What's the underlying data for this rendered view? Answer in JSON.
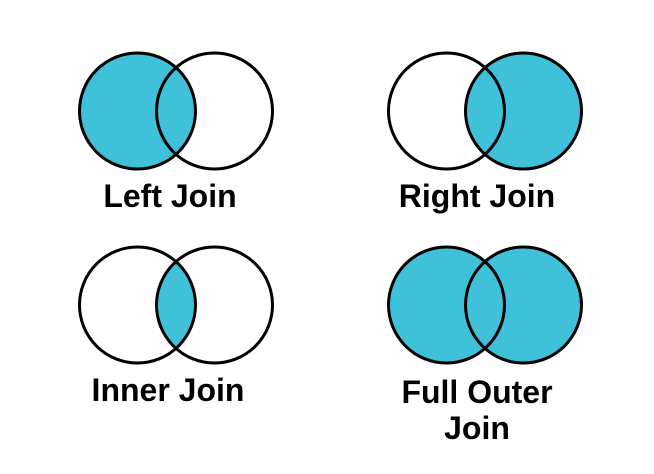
{
  "colors": {
    "accent": "#3EC1D9",
    "outline": "#000000",
    "label": "#000000",
    "background": "#FFFFFF"
  },
  "diagram": {
    "type": "venn-join-diagrams",
    "panels": [
      {
        "id": "left-join",
        "label": "Left Join",
        "filled_region": "left-circle"
      },
      {
        "id": "right-join",
        "label": "Right Join",
        "filled_region": "right-circle"
      },
      {
        "id": "inner-join",
        "label": "Inner Join",
        "filled_region": "intersection"
      },
      {
        "id": "full-outer-join",
        "label": "Full Outer\nJoin",
        "filled_region": "both-circles"
      }
    ]
  }
}
